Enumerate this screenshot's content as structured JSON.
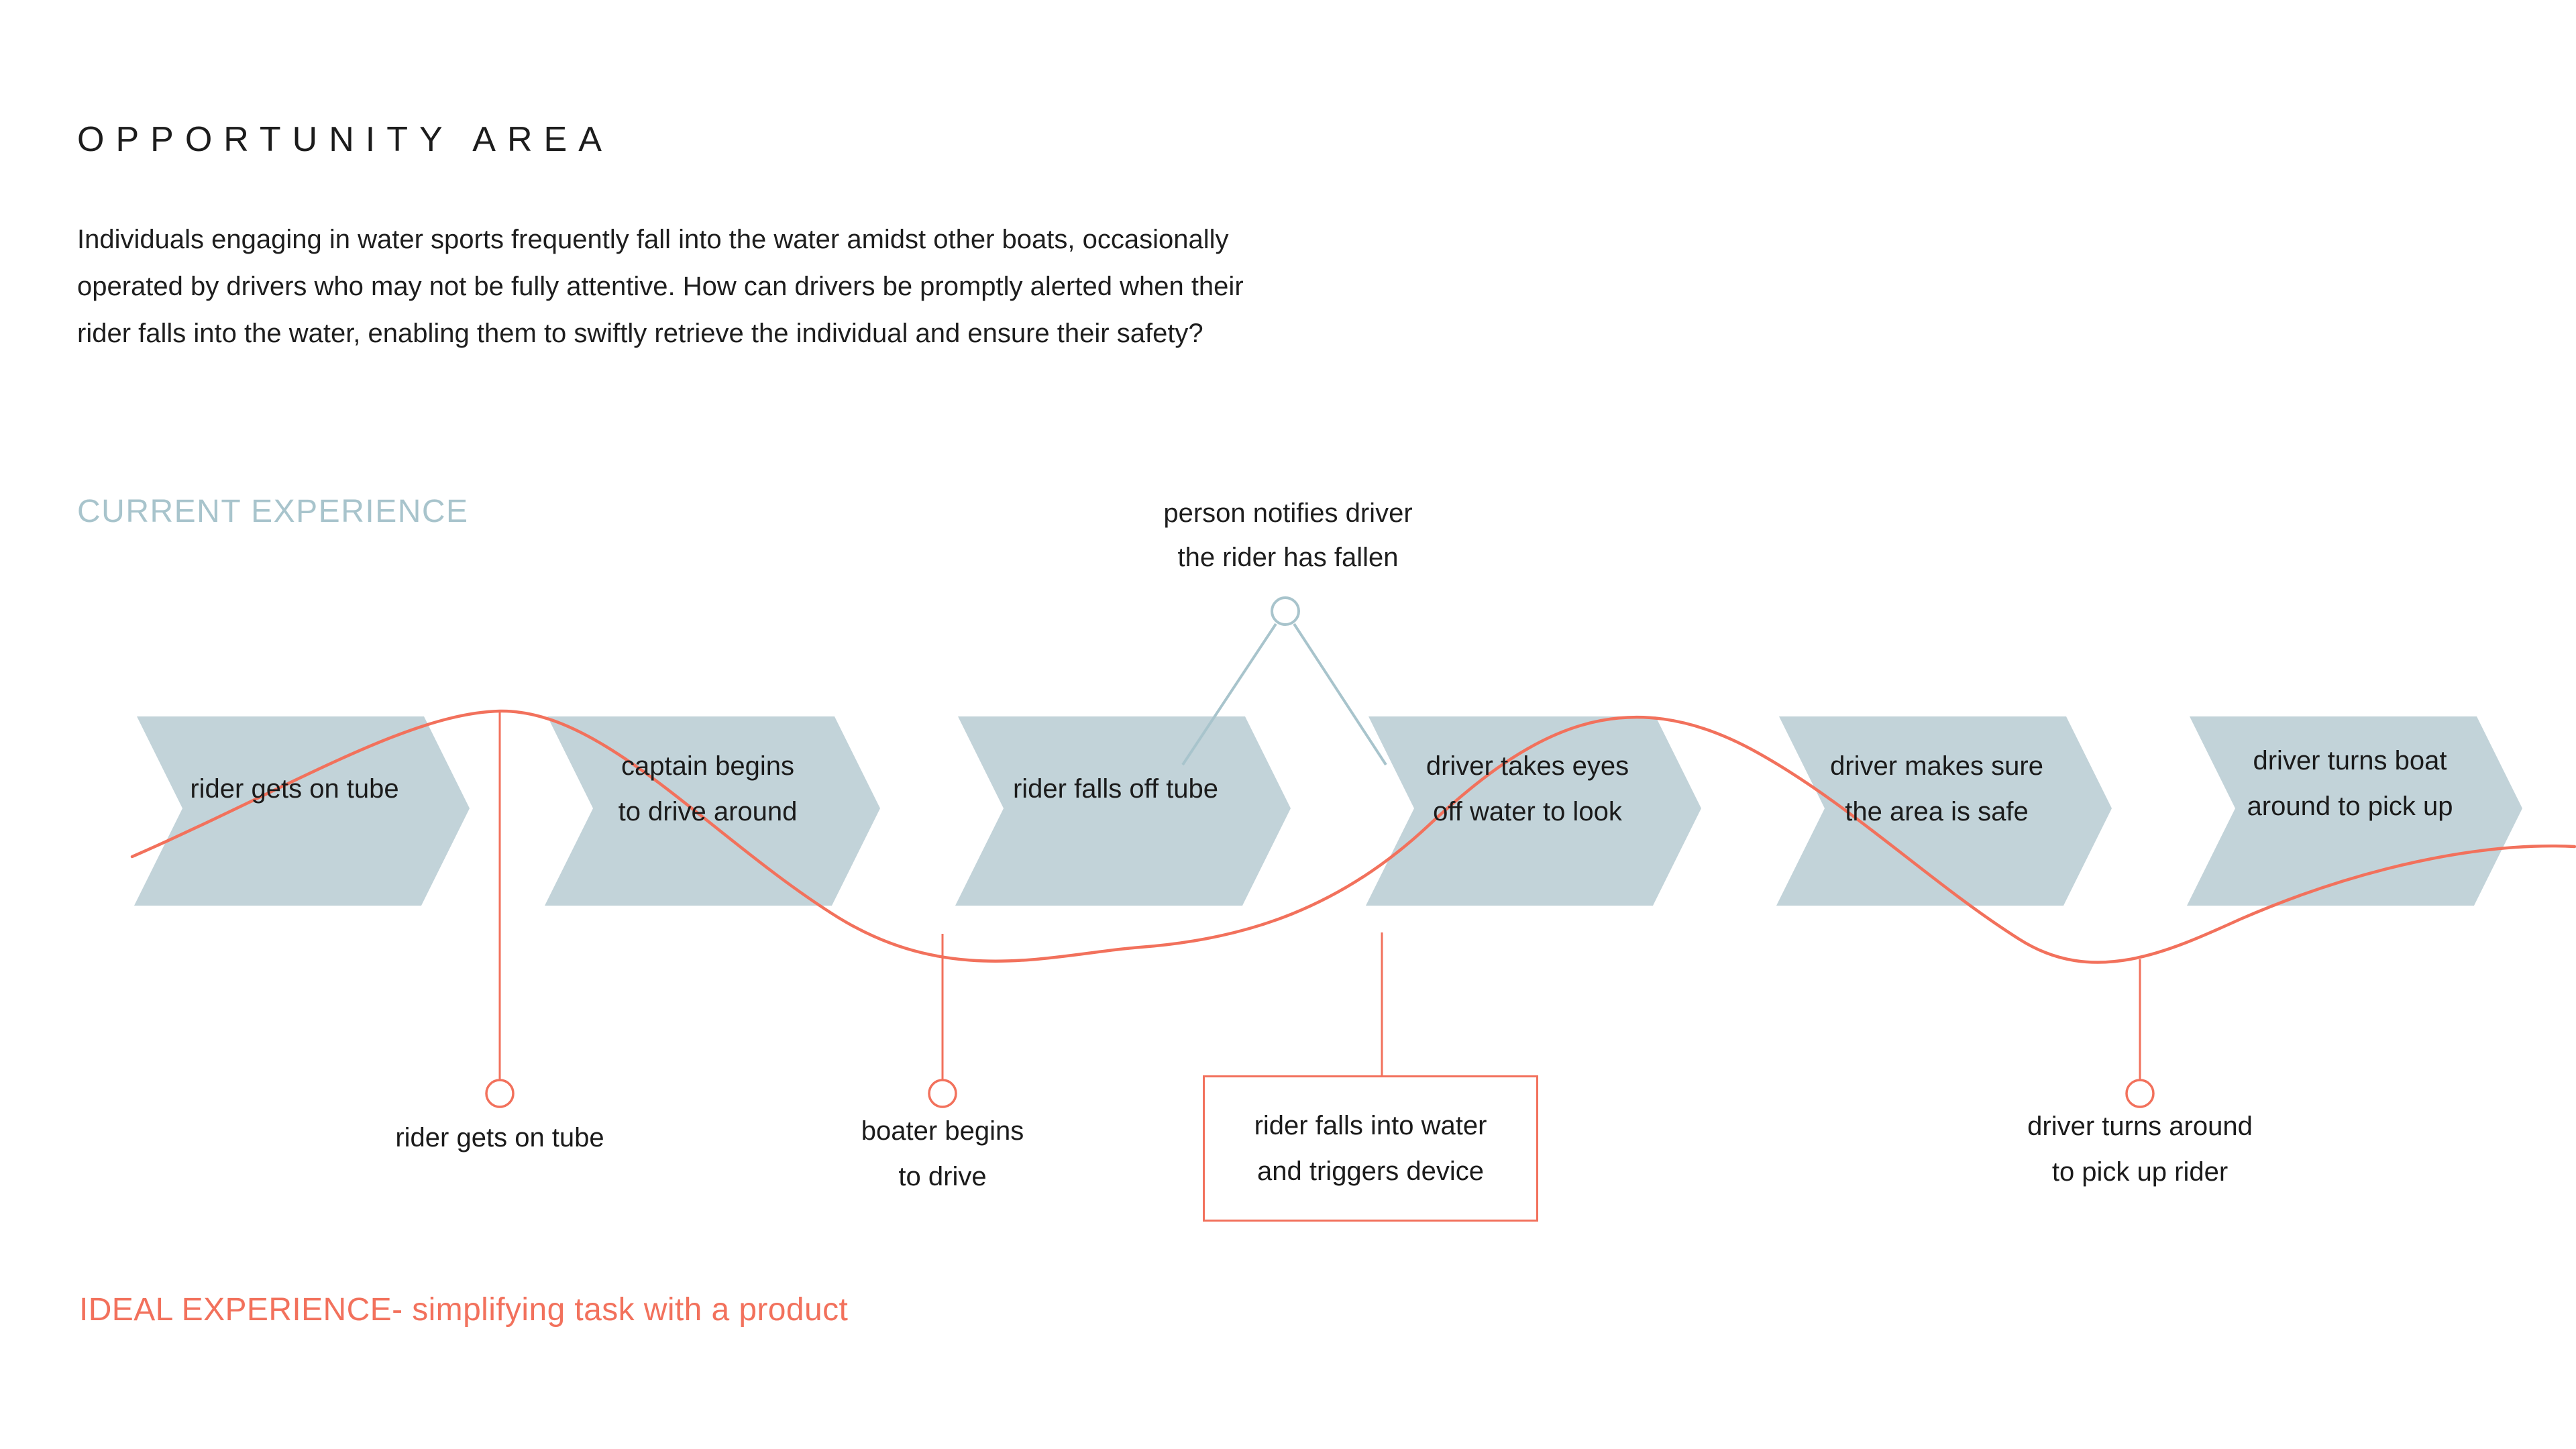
{
  "header": {
    "title": "OPPORTUNITY AREA",
    "paragraph_lines": [
      "Individuals engaging in water sports frequently fall into the water amidst other boats, occasionally",
      "operated by drivers who may not be fully attentive. How can drivers be promptly alerted when their",
      "rider falls into the water, enabling them to swiftly retrieve the individual and ensure their safety?"
    ]
  },
  "sections": {
    "current_experience_label": "CURRENT EXPERIENCE",
    "ideal_experience_label": "IDEAL EXPERIENCE- simplifying task with a product"
  },
  "top_annotation": {
    "lines": [
      "person notifies driver",
      "the rider has fallen"
    ]
  },
  "journey_steps": [
    {
      "lines": [
        "rider gets on tube"
      ]
    },
    {
      "lines": [
        "captain begins",
        "to drive around"
      ]
    },
    {
      "lines": [
        "rider falls off tube"
      ]
    },
    {
      "lines": [
        "driver takes eyes",
        "off water to look"
      ]
    },
    {
      "lines": [
        "driver makes sure",
        "the area is safe"
      ]
    },
    {
      "lines": [
        "driver turns boat",
        "around to pick up"
      ]
    }
  ],
  "ideal_annotations": [
    {
      "lines": [
        "rider gets on tube"
      ],
      "boxed": false
    },
    {
      "lines": [
        "boater begins",
        "to drive"
      ],
      "boxed": false
    },
    {
      "lines": [
        "rider falls into water",
        "and triggers device"
      ],
      "boxed": true
    },
    {
      "lines": [
        "driver turns around",
        "to pick up rider"
      ],
      "boxed": false
    }
  ],
  "colors": {
    "chevron_fill": "#c2d3d9",
    "teal_accent": "#a8c4cc",
    "coral_accent": "#f2715c",
    "text": "#1b1b1b",
    "background": "#ffffff"
  }
}
